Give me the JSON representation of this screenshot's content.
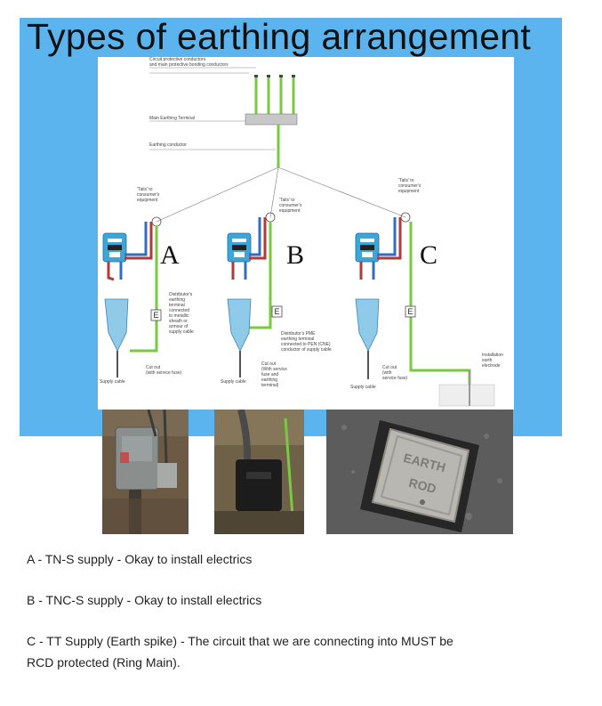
{
  "slide": {
    "title": "Types of earthing arrangement"
  },
  "diagram": {
    "cpc_label_1": "Circuit protective conductors",
    "cpc_label_2": "and main protective bonding conductors",
    "met_label": "Main Earthing Terminal",
    "earthing_conductor_label": "Earthing conductor",
    "tails_label_a": [
      "'Tails' to",
      "consumer's",
      "equipment"
    ],
    "tails_label_b": [
      "'Tails' to",
      "consumer's",
      "equipment"
    ],
    "tails_label_c": [
      "'Tails' to",
      "consumer's",
      "equipment"
    ],
    "letter_a": "A",
    "letter_b": "B",
    "letter_c": "C",
    "e_marker": "E",
    "note_a": [
      "Distributor's",
      "earthing",
      "terminal",
      "connected",
      "to metallic",
      "sheath or",
      "armour of",
      "supply cable"
    ],
    "note_b": [
      "Distributor's PME",
      "earthing terminal",
      "connected to PEN (CNE)",
      "conductor of supply cable"
    ],
    "cutout_a": [
      "Cut out",
      "(with service fuse)"
    ],
    "cutout_b": [
      "Cut out",
      "(With service",
      "fuse and",
      "earthing",
      "terminal)"
    ],
    "cutout_c": [
      "Cut out",
      "(with",
      "service fuse)"
    ],
    "supply_cable": "Supply cable",
    "installation_electrode": [
      "Installation",
      "earth",
      "electrode"
    ]
  },
  "photos": {
    "earth_rod_cover_text_1": "EARTH",
    "earth_rod_cover_text_2": "ROD"
  },
  "captions": {
    "a": "A - TN-S supply - Okay to install electrics",
    "b": "B - TNC-S supply - Okay to install electrics",
    "c_line1": "C -  TT Supply (Earth spike) - The circuit that we are connecting into MUST be",
    "c_line2": "RCD protected (Ring Main)."
  },
  "colors": {
    "slide_background": "#5bb4ee",
    "earth_green": "#7ac943",
    "live_red": "#b23a3a",
    "neutral_blue": "#2f6fc2",
    "meter_blue": "#3da6d8"
  }
}
